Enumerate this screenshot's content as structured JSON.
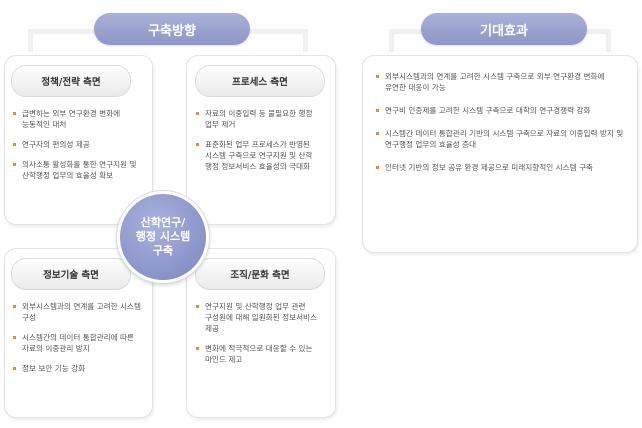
{
  "left_title": "구축방향",
  "right_title": "기대효과",
  "center": [
    "산학연구/",
    "행정 시스템",
    "구축"
  ],
  "cards": {
    "strategy": {
      "title": "정책/전략 측면",
      "items": [
        "급변하는 외부 연구환경 변화에 능동적인 대처",
        "연구자의 편의성 제공",
        "의사소통 활성화를 통한 연구지원 및 산학행정 업무의 효율성 확보"
      ]
    },
    "process": {
      "title": "프로세스 측면",
      "items": [
        "자료의 이중입력 등 불필요한 행정 업무 제거",
        "표준화된 업무 프로세스가 반영된 시스템 구축으로 연구지원 및 산학 행정 정보서비스 효율성의 극대화"
      ]
    },
    "infotech": {
      "title": "정보기술 측면",
      "items": [
        "외부시스템과의 연계를 고려한 시스템 구성",
        "시스템간의 데이터 통합관리에 따른 자료의 이중관리 방지",
        "정보 보안 기능 강화"
      ]
    },
    "organization": {
      "title": "조직/문화 측면",
      "items": [
        "연구지원 및 산학행정 업무 관련 구성원에 대해 일원화된 정보서비스 제공",
        "변화에 적극적으로 대응할 수 있는 마인드 제고"
      ]
    }
  },
  "effects": [
    "외부시스템과의 연계를 고려한 시스템 구축으로 외부 연구환경 변화에 유연한 대응이 가능",
    "연구비 인증제를 고려한 시스템 구축으로 대학의 연구경쟁력 강화",
    "시스템간 데이터 통합관리 기반의 시스템 구축으로 자료의 이중입력 방지 및 연구행정 업무의 효율성 증대",
    "인터넷 기반의 정보 공유 환경 제공으로 미래지향적인 시스템 구축"
  ]
}
